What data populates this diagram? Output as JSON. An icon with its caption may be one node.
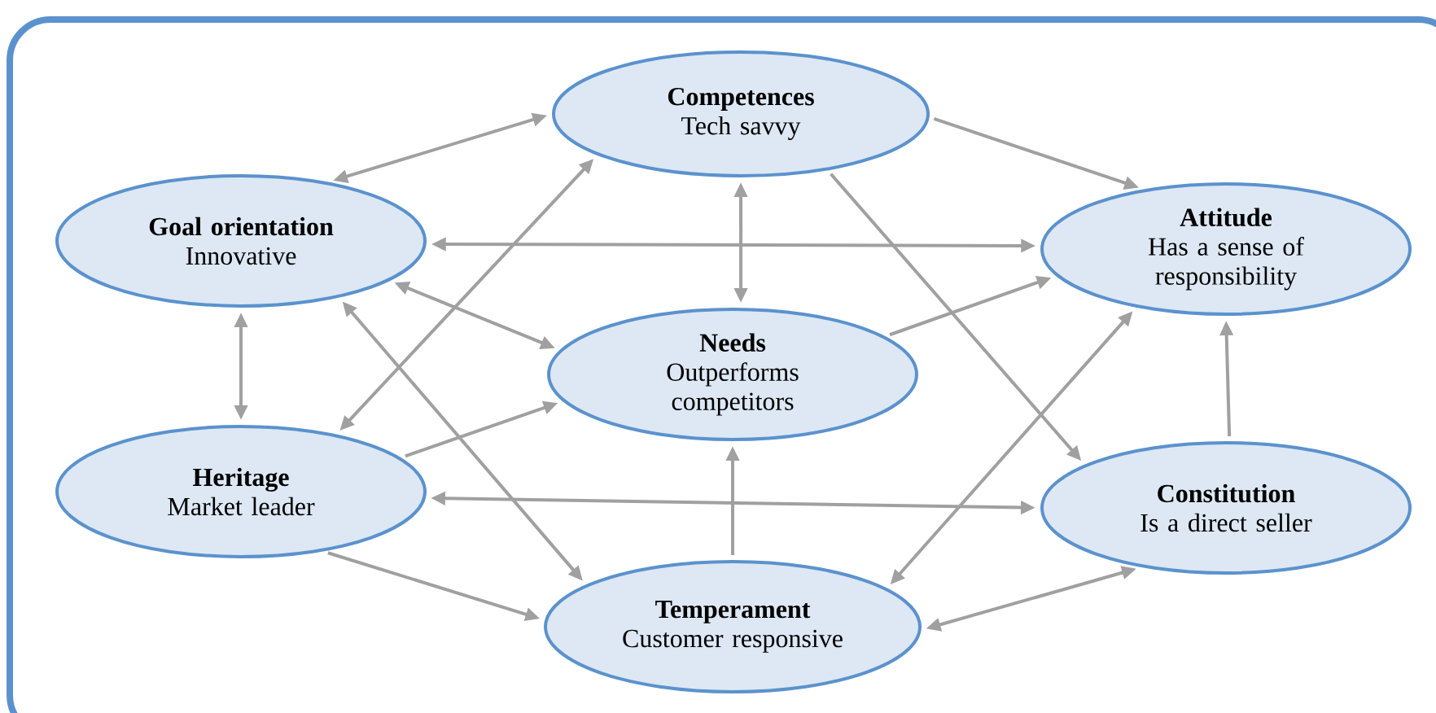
{
  "diagram": {
    "nodes": [
      {
        "text": [
          "Competences",
          "Tech savvy"
        ]
      },
      {
        "text": [
          "Goal orientation",
          "Innovative"
        ]
      },
      {
        "text": [
          "Attitude",
          "Has a sense of responsibility"
        ]
      },
      {
        "text": [
          "Needs",
          "Outperforms competitors"
        ]
      },
      {
        "text": [
          "Heritage",
          "Market leader"
        ]
      },
      {
        "text": [
          "Constitution",
          "Is a direct seller"
        ]
      },
      {
        "text": [
          "Temperament",
          "Customer responsive"
        ]
      }
    ],
    "edges": [
      {
        "from": 1,
        "to": 0,
        "arrow": "both"
      },
      {
        "from": 0,
        "to": 2,
        "arrow": "to"
      },
      {
        "from": 1,
        "to": 2,
        "arrow": "both"
      },
      {
        "from": 1,
        "to": 3,
        "arrow": "both"
      },
      {
        "from": 0,
        "to": 3,
        "arrow": "both"
      },
      {
        "from": 3,
        "to": 2,
        "arrow": "to"
      },
      {
        "from": 1,
        "to": 4,
        "arrow": "both"
      },
      {
        "from": 4,
        "to": 0,
        "arrow": "both"
      },
      {
        "from": 1,
        "to": 6,
        "arrow": "both"
      },
      {
        "from": 4,
        "to": 3,
        "arrow": "to"
      },
      {
        "from": 4,
        "to": 5,
        "arrow": "both"
      },
      {
        "from": 4,
        "to": 6,
        "arrow": "to"
      },
      {
        "from": 6,
        "to": 3,
        "arrow": "to"
      },
      {
        "from": 0,
        "to": 5,
        "arrow": "to"
      },
      {
        "from": 6,
        "to": 2,
        "arrow": "both"
      },
      {
        "from": 5,
        "to": 2,
        "arrow": "to"
      },
      {
        "from": 6,
        "to": 5,
        "arrow": "both"
      }
    ]
  }
}
